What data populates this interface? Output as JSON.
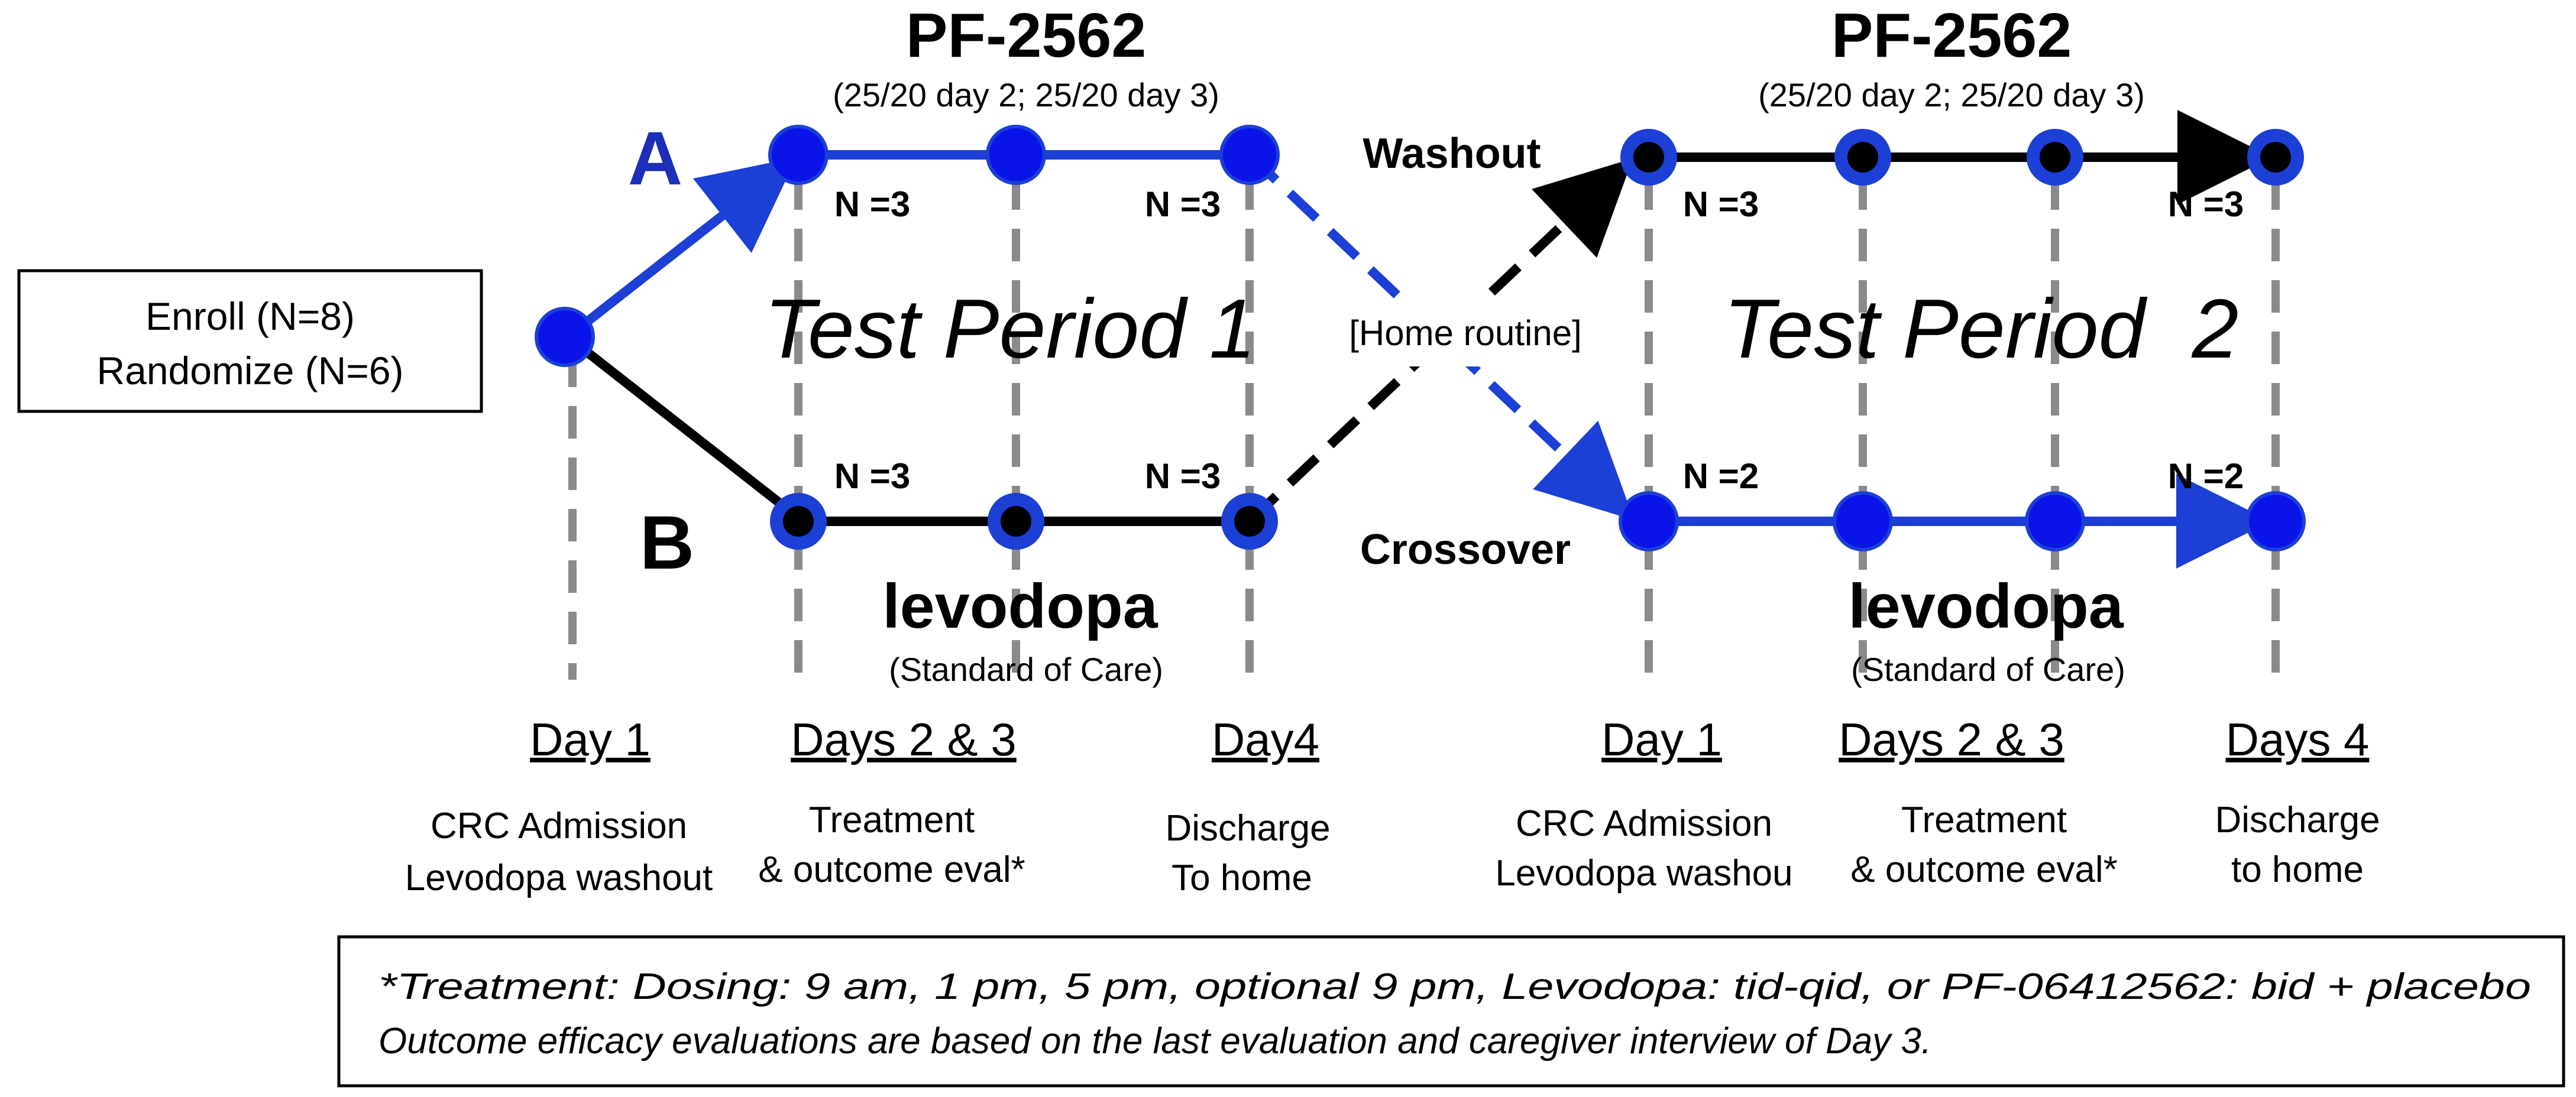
{
  "enroll_box": {
    "line1": "Enroll (N=8)",
    "line2": "Randomize (N=6)"
  },
  "period1": {
    "title": "Test Period 1",
    "drug_top": {
      "name": "PF-2562",
      "dose": "(25/20 day 2; 25/20 day 3)"
    },
    "drug_bottom": {
      "name": "levodopa",
      "note": "(Standard of Care)"
    }
  },
  "period2": {
    "title": "Test Period  2",
    "drug_top": {
      "name": "PF-2562",
      "dose": "(25/20 day 2; 25/20 day 3)"
    },
    "drug_bottom": {
      "name": "levodopa",
      "note": "(Standard of Care)"
    }
  },
  "arms": {
    "a": "A",
    "b": "B"
  },
  "middle": {
    "washout": "Washout",
    "home": "[Home routine]",
    "crossover": "Crossover"
  },
  "counts": {
    "p1_a_start": "N =3",
    "p1_a_end": "N =3",
    "p1_b_start": "N =3",
    "p1_b_end": "N =3",
    "p2_a_start": "N =3",
    "p2_a_end": "N =3",
    "p2_b_start": "N =2",
    "p2_b_end": "N =2"
  },
  "days": [
    {
      "label": "Day 1",
      "desc1": "CRC Admission",
      "desc2": "Levodopa washout"
    },
    {
      "label": "Days 2 & 3",
      "desc1": "Treatment",
      "desc2": "& outcome eval*"
    },
    {
      "label": "Day4",
      "desc1": "Discharge",
      "desc2": "To home"
    },
    {
      "label": "Day 1",
      "desc1": "CRC Admission",
      "desc2": "Levodopa washou"
    },
    {
      "label": "Days 2 & 3",
      "desc1": "Treatment",
      "desc2": "& outcome eval*"
    },
    {
      "label": "Days 4",
      "desc1": "Discharge",
      "desc2": "to home"
    }
  ],
  "footnote": {
    "line1": "*Treatment: Dosing: 9 am, 1 pm, 5 pm, optional 9 pm, Levodopa: tid-qid, or  PF-06412562: bid + placebo",
    "line2": "Outcome efficacy evaluations are based on the last evaluation and caregiver interview of Day 3."
  },
  "colors": {
    "blue": "#1c3fd6",
    "blue_node": "#0a14e8",
    "black": "#000000",
    "gray": "#8a8a8a",
    "arm_a": "#1c2fb8"
  }
}
